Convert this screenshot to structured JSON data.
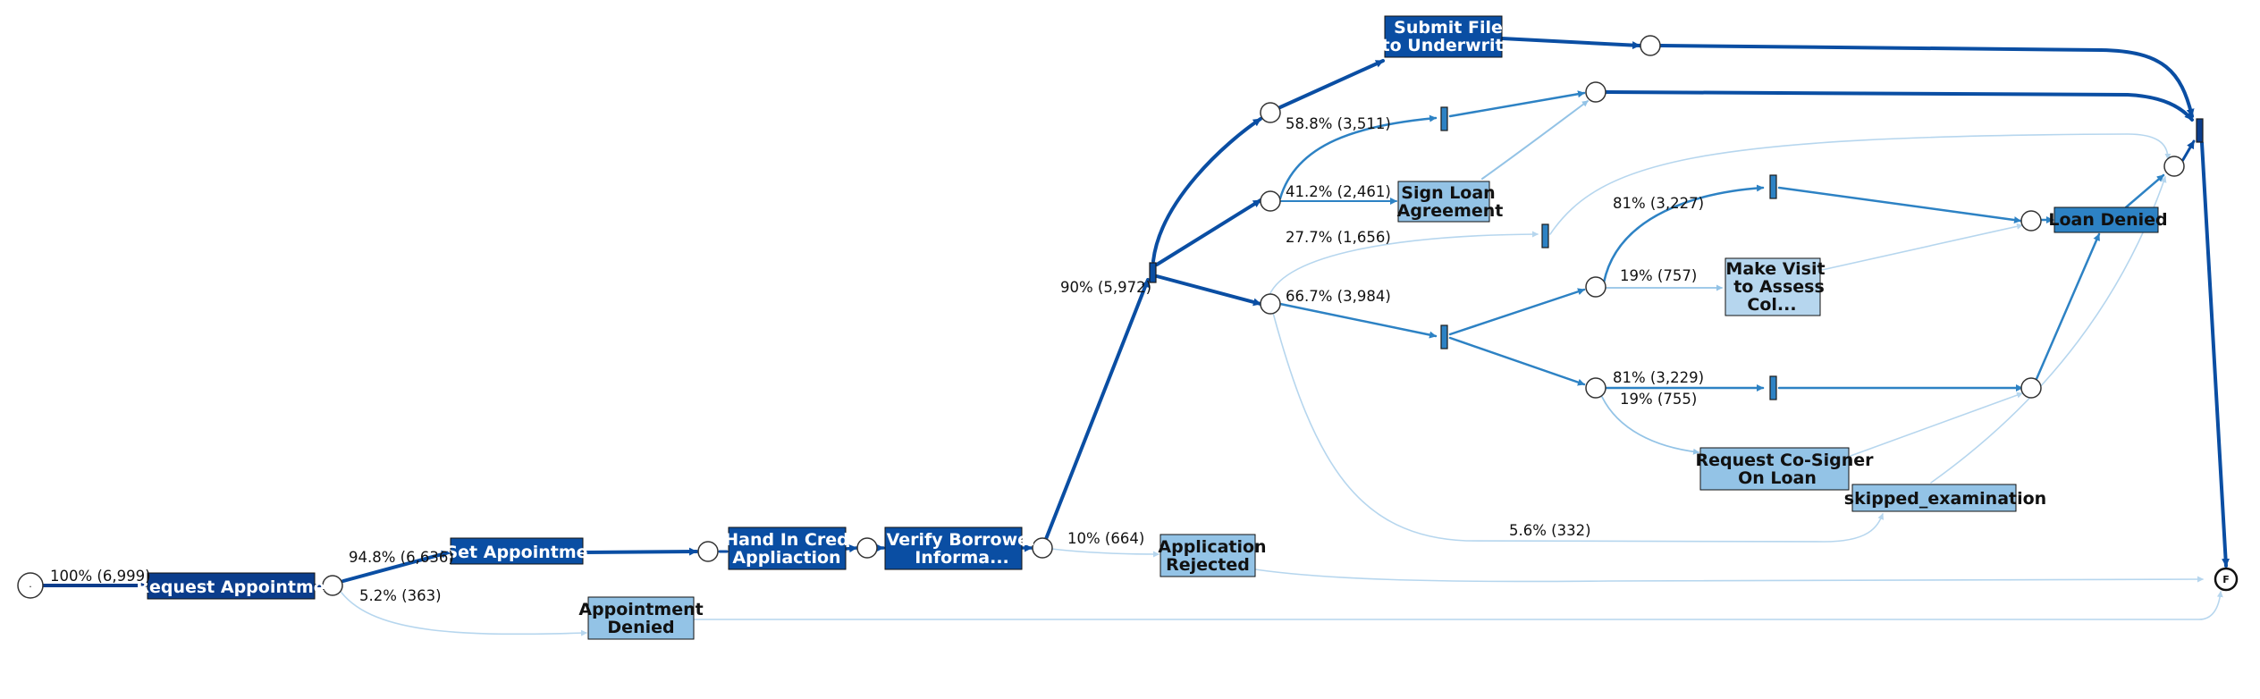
{
  "diagram": {
    "start_marker": "·",
    "end_marker": "F",
    "colors": {
      "very_dark": "#0b3d8c",
      "dark": "#0a4ea3",
      "medium": "#2d82c4",
      "light": "#93c3e6",
      "very_light": "#b6d6ee"
    },
    "tasks": {
      "request_appointment": [
        "Request Appointme"
      ],
      "set_appointment": [
        "Set Appointme"
      ],
      "appointment_denied": [
        "Appointment",
        "Denied"
      ],
      "hand_in_credit": [
        "Hand In Cred",
        "Appliaction"
      ],
      "verify_borrower": [
        "Verify Borrower",
        "Informa..."
      ],
      "application_rejected": [
        "Application",
        "Rejected"
      ],
      "submit_file": [
        "Submit File",
        "to Underwrite"
      ],
      "sign_loan": [
        "Sign Loan",
        "Agreement"
      ],
      "make_visit": [
        "Make Visit",
        "to Assess",
        "Col..."
      ],
      "request_cosigner": [
        "Request Co-Signer",
        "On Loan"
      ],
      "loan_denied": [
        "Loan Denied"
      ],
      "skipped_examination": [
        "skipped_examination"
      ]
    },
    "edge_labels": {
      "e_start": "100% (6,999)",
      "e_set": "94.8% (6,636)",
      "e_denied": "5.2% (363)",
      "e_verify_rej": "10% (664)",
      "e_90": "90% (5,972)",
      "e_588": "58.8% (3,511)",
      "e_412": "41.2% (2,461)",
      "e_277": "27.7% (1,656)",
      "e_667": "66.7% (3,984)",
      "e_81a": "81% (3,227)",
      "e_19a": "19% (757)",
      "e_81b": "81% (3,229)",
      "e_19b": "19% (755)",
      "e_56": "5.6% (332)"
    }
  }
}
